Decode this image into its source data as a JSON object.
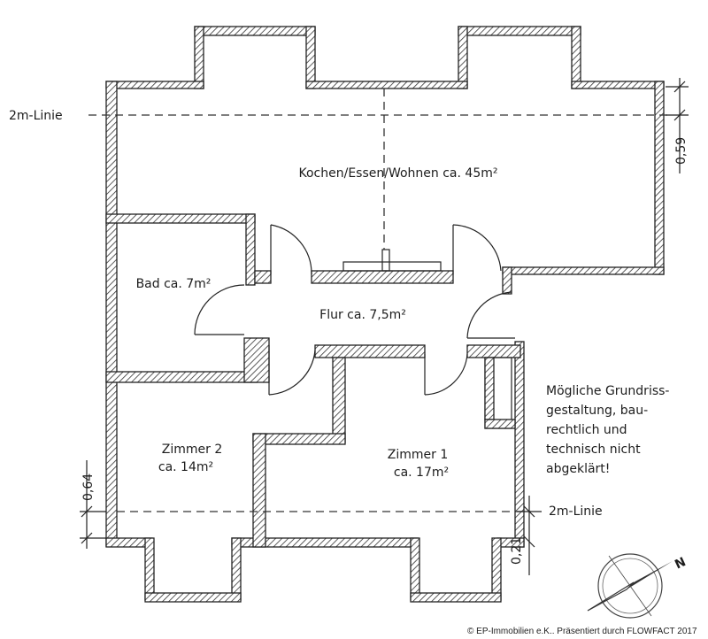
{
  "rooms": {
    "kitchen": "Kochen/Essen/Wohnen ca. 45m²",
    "bath": "Bad ca. 7m²",
    "hall": "Flur ca. 7,5m²",
    "room2_name": "Zimmer 2",
    "room2_area": "ca. 14m²",
    "room1_name": "Zimmer 1",
    "room1_area": "ca. 17m²"
  },
  "note": {
    "line1": "Mögliche Grundriss-",
    "line2": "gestaltung, bau-",
    "line3": "rechtlich und",
    "line4": "technisch nicht",
    "line5": "abgeklärt!"
  },
  "line_labels": {
    "top_left": "2m-Linie",
    "right": "2m-Linie"
  },
  "dimensions": {
    "top_right": "0,59",
    "left": "0,64",
    "bottom_right": "0,21"
  },
  "compass_label": "N",
  "copyright": "© EP-Immobilien e.K.. Präsentiert durch FLOWFACT 2017"
}
